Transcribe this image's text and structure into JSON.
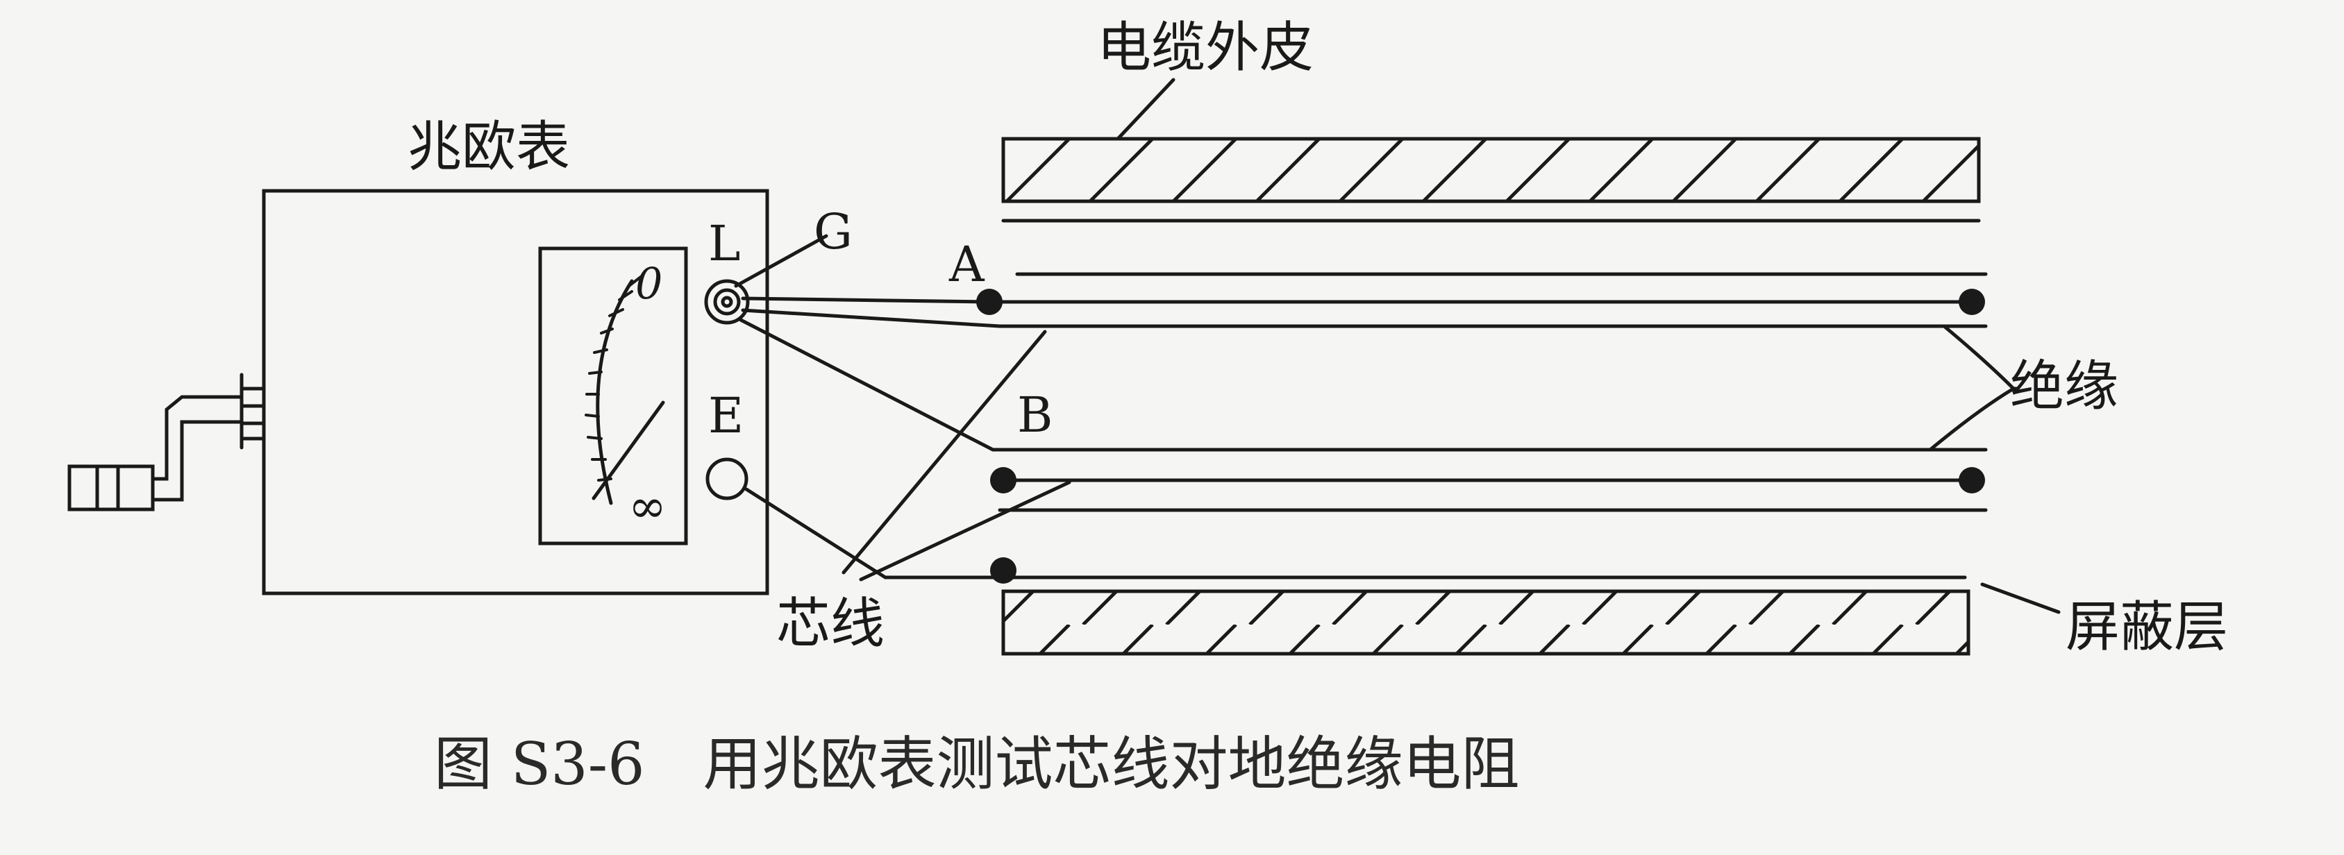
{
  "labels": {
    "megohmmeter": "兆欧表",
    "cable_sheath": "电缆外皮",
    "insulation": "绝缘",
    "core_wire": "芯线",
    "shield_layer": "屏蔽层",
    "terminal_L": "L",
    "terminal_G": "G",
    "terminal_E": "E",
    "point_A": "A",
    "point_B": "B"
  },
  "dial": {
    "zero_mark": "0",
    "infinity_mark": "∞"
  },
  "caption": "图 S3-6　用兆欧表测试芯线对地绝缘电阻"
}
